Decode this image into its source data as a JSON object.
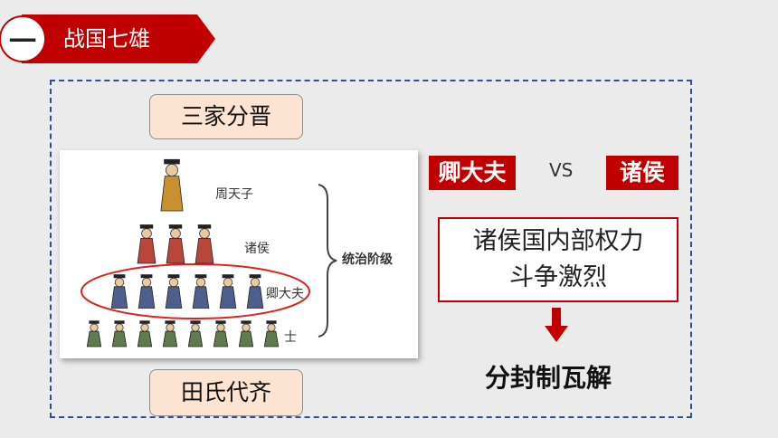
{
  "banner": {
    "number": "一",
    "title": "战国七雄"
  },
  "tags": {
    "top": "三家分晋",
    "bottom": "田氏代齐"
  },
  "pyramid": {
    "levels": [
      "周天子",
      "诸侯",
      "卿大夫",
      "士"
    ],
    "bracket_label": "统治阶级"
  },
  "compare": {
    "left": "卿大夫",
    "vs": "VS",
    "right": "诸侯"
  },
  "description": {
    "line1": "诸侯国内部权力",
    "line2": "斗争激烈"
  },
  "result": "分封制瓦解",
  "colors": {
    "accent": "#c00000",
    "tag_fill": "#fce3d2",
    "frame": "#2f4f93"
  },
  "icons": {
    "arrow": "down-arrow-icon"
  }
}
